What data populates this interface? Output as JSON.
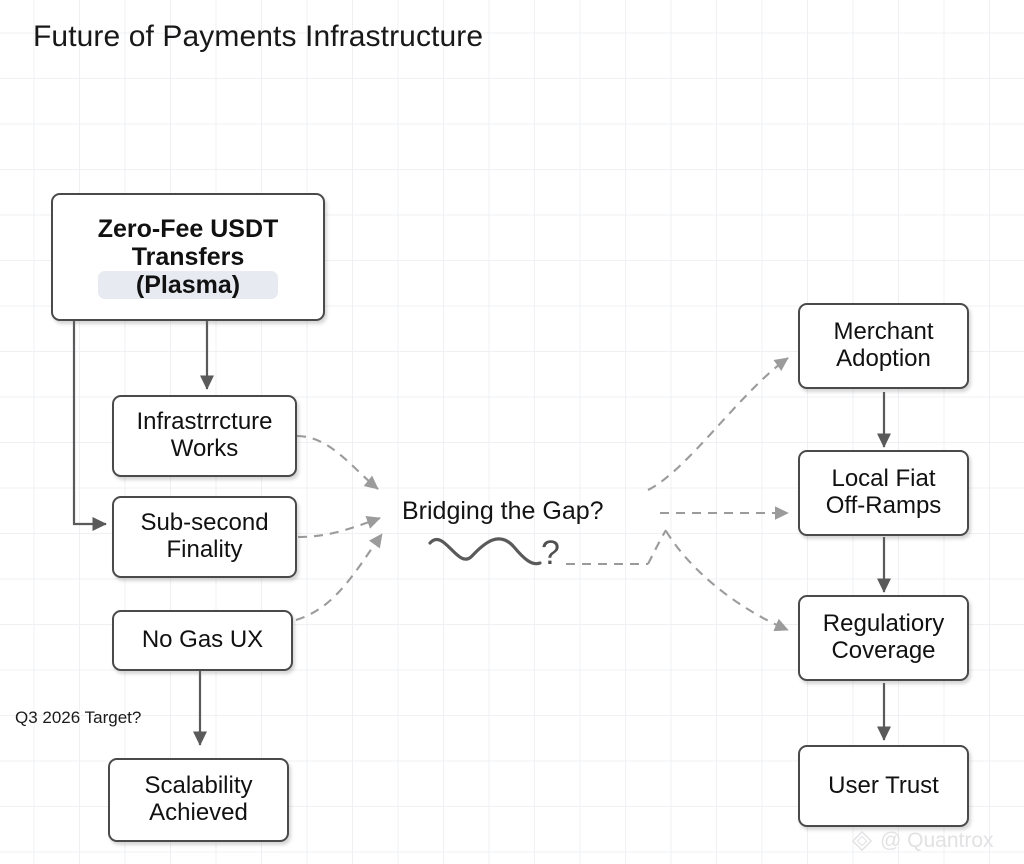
{
  "diagram": {
    "title": "Future of Payments Infrastructure",
    "type": "flowchart",
    "background": {
      "style": "grid-paper",
      "grid_color": "#eef0f3",
      "page_color": "#ffffff"
    },
    "palette": {
      "node_border": "#4a4a4a",
      "node_fill": "#ffffff",
      "solid_edge": "#5a5a5a",
      "dashed_edge": "#9b9b9b",
      "text": "#111111",
      "highlight": "#e7eaf0"
    },
    "center": {
      "label": "Bridging the Gap?",
      "squiggle_icon": "wavy-line-icon",
      "question_glyph": "?"
    },
    "nodes": [
      {
        "id": "root",
        "lines": [
          "Zero-Fee USDT",
          "Transfers",
          "(Plasma)"
        ],
        "bold": true,
        "highlight_line": 2
      },
      {
        "id": "infra",
        "lines": [
          "Infrastrrcture",
          "Works"
        ],
        "bold": false
      },
      {
        "id": "finality",
        "lines": [
          "Sub-second",
          "Finality"
        ],
        "bold": false
      },
      {
        "id": "nogas",
        "lines": [
          "No Gas UX"
        ],
        "bold": false
      },
      {
        "id": "scalability",
        "lines": [
          "Scalability",
          "Achieved"
        ],
        "bold": false
      },
      {
        "id": "merchant",
        "lines": [
          "Merchant",
          "Adoption"
        ],
        "bold": false
      },
      {
        "id": "offramps",
        "lines": [
          "Local Fiat",
          "Off-Ramps"
        ],
        "bold": false
      },
      {
        "id": "regulatory",
        "lines": [
          "Regulatiory",
          "Coverage"
        ],
        "bold": false
      },
      {
        "id": "trust",
        "lines": [
          "User Trust"
        ],
        "bold": false
      }
    ],
    "edges": [
      {
        "from": "root",
        "to": "infra",
        "style": "solid",
        "label": ""
      },
      {
        "from": "root",
        "to": "finality",
        "style": "solid",
        "label": ""
      },
      {
        "from": "infra",
        "to": "center",
        "style": "dashed",
        "label": ""
      },
      {
        "from": "finality",
        "to": "center",
        "style": "dashed",
        "label": ""
      },
      {
        "from": "nogas",
        "to": "center",
        "style": "dashed",
        "label": ""
      },
      {
        "from": "nogas",
        "to": "scalability",
        "style": "solid",
        "label": "Q3 2026 Target?"
      },
      {
        "from": "center",
        "to": "merchant",
        "style": "dashed",
        "label": ""
      },
      {
        "from": "center",
        "to": "offramps",
        "style": "dashed",
        "label": ""
      },
      {
        "from": "center",
        "to": "regulatory",
        "style": "dashed",
        "label": ""
      },
      {
        "from": "merchant",
        "to": "offramps",
        "style": "solid",
        "label": ""
      },
      {
        "from": "offramps",
        "to": "regulatory",
        "style": "solid",
        "label": ""
      },
      {
        "from": "regulatory",
        "to": "trust",
        "style": "solid",
        "label": ""
      }
    ],
    "edge_labels": {
      "q3_target": "Q3 2026 Target?"
    }
  },
  "watermark": {
    "handle": "@ Quantrox",
    "logo_icon": "diamond-logo-icon"
  }
}
